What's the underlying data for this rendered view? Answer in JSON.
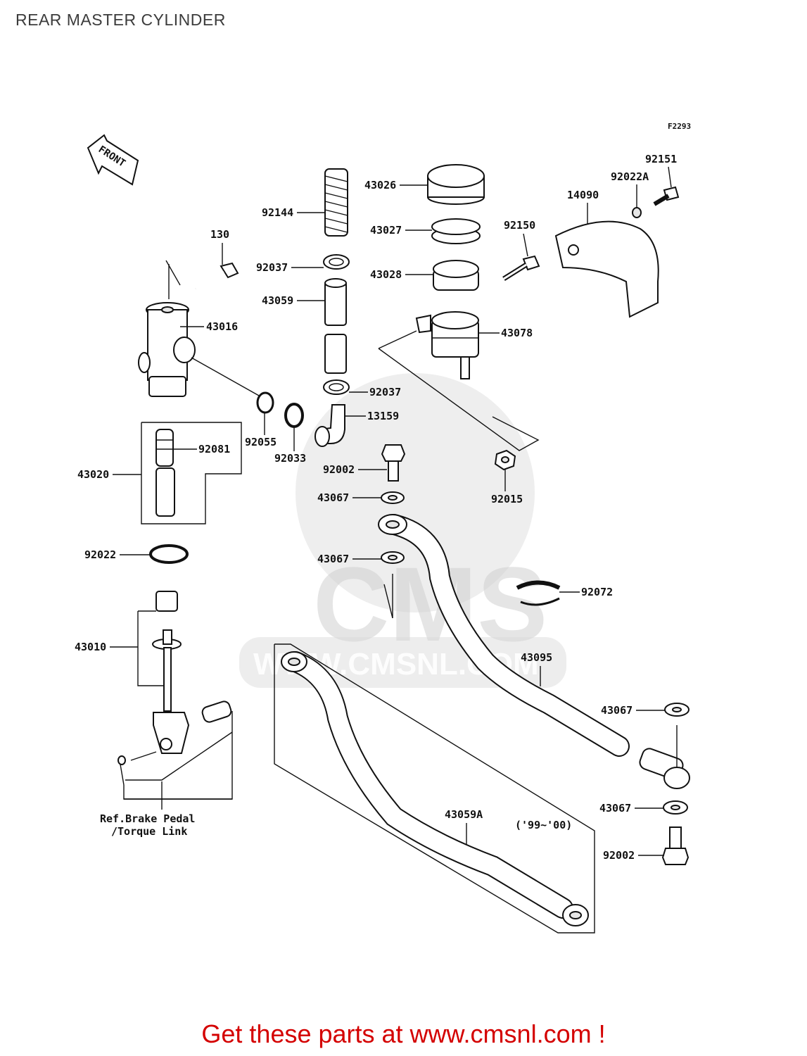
{
  "page": {
    "title": "REAR MASTER CYLINDER"
  },
  "diagram": {
    "figure_id": "F2293",
    "front_label": "FRONT",
    "watermark": "WWW.CMSNL.COM",
    "watermark_logo": "CMS",
    "year_note": "('99~'00)",
    "ref_line1": "Ref.Brake Pedal",
    "ref_line2": "/Torque Link",
    "callouts": [
      "130",
      "43016",
      "92144",
      "92037",
      "43059",
      "43026",
      "43027",
      "43028",
      "92150",
      "43078",
      "14090",
      "92022A",
      "92151",
      "92055",
      "92033",
      "92037",
      "13159",
      "92081",
      "43020",
      "92002",
      "43067",
      "92015",
      "92022",
      "43067",
      "92072",
      "43010",
      "43095",
      "43067",
      "43067",
      "43059A",
      "92002"
    ]
  },
  "footer": {
    "text": "Get these parts at www.cmsnl.com !"
  }
}
